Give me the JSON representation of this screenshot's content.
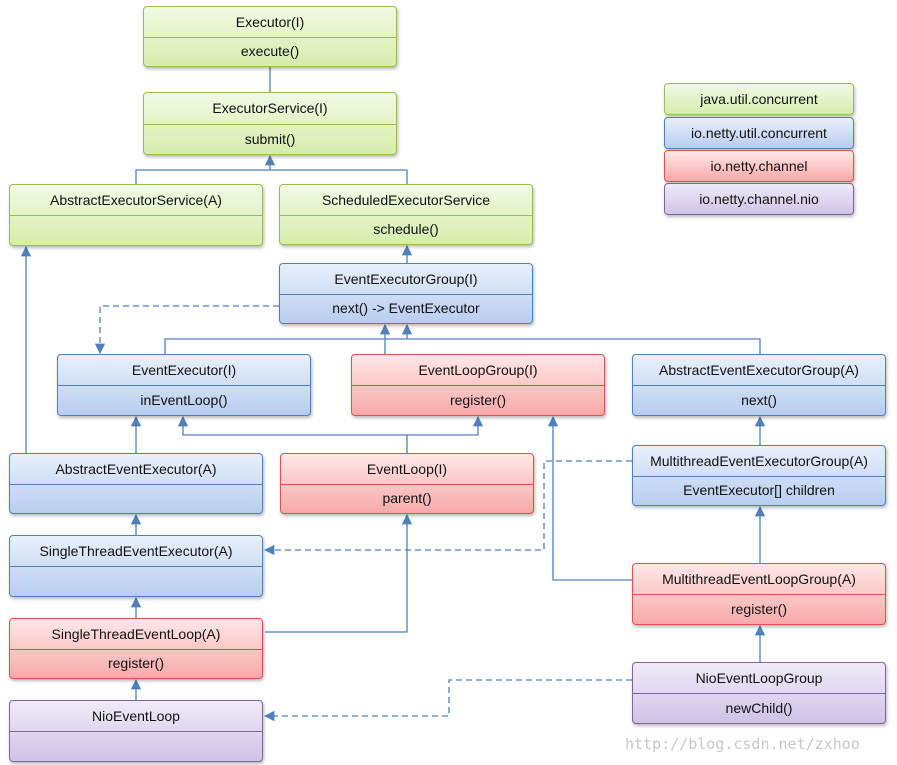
{
  "classes": {
    "executor": {
      "name": "Executor(I)",
      "member": "execute()"
    },
    "executor_service": {
      "name": "ExecutorService(I)",
      "member": "submit()"
    },
    "abstract_executor_service": {
      "name": "AbstractExecutorService(A)",
      "member": ""
    },
    "scheduled_executor_service": {
      "name": "ScheduledExecutorService",
      "member": "schedule()"
    },
    "event_executor_group": {
      "name": "EventExecutorGroup(I)",
      "member": "next() -> EventExecutor"
    },
    "event_executor": {
      "name": "EventExecutor(I)",
      "member": "inEventLoop()"
    },
    "event_loop_group": {
      "name": "EventLoopGroup(I)",
      "member": "register()"
    },
    "abstract_event_executor_group": {
      "name": "AbstractEventExecutorGroup(A)",
      "member": "next()"
    },
    "abstract_event_executor": {
      "name": "AbstractEventExecutor(A)",
      "member": ""
    },
    "event_loop": {
      "name": "EventLoop(I)",
      "member": "parent()"
    },
    "multithread_event_executor_group": {
      "name": "MultithreadEventExecutorGroup(A)",
      "member": "EventExecutor[]  children"
    },
    "single_thread_event_executor": {
      "name": "SingleThreadEventExecutor(A)",
      "member": ""
    },
    "multithread_event_loop_group": {
      "name": "MultithreadEventLoopGroup(A)",
      "member": "register()"
    },
    "single_thread_event_loop": {
      "name": "SingleThreadEventLoop(A)",
      "member": "register()"
    },
    "nio_event_loop_group": {
      "name": "NioEventLoopGroup",
      "member": "newChild()"
    },
    "nio_event_loop": {
      "name": "NioEventLoop",
      "member": ""
    }
  },
  "legend": [
    {
      "label": "java.util.concurrent",
      "color": "green"
    },
    {
      "label": "io.netty.util.concurrent",
      "color": "blue"
    },
    {
      "label": "io.netty.channel",
      "color": "red"
    },
    {
      "label": "io.netty.channel.nio",
      "color": "purple"
    }
  ],
  "colors": {
    "green": "#d6edac",
    "blue": "#b8cdf0",
    "red": "#f8a9a9",
    "purple": "#cfc3e6",
    "connector": "#4f81bd"
  },
  "watermark": "http://blog.csdn.net/zxhoo"
}
